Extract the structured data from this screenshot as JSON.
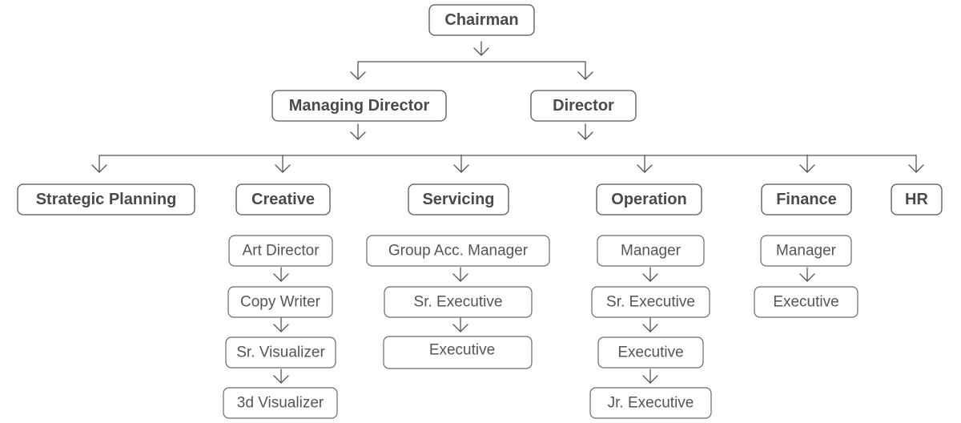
{
  "org_chart": {
    "chairman": "Chairman",
    "second_level": [
      {
        "id": "managing-director",
        "label": "Managing Director"
      },
      {
        "id": "director",
        "label": "Director"
      }
    ],
    "departments": [
      {
        "id": "strategic-planning",
        "label": "Strategic Planning",
        "roles": []
      },
      {
        "id": "creative",
        "label": "Creative",
        "roles": [
          "Art Director",
          "Copy Writer",
          "Sr. Visualizer",
          "3d Visualizer"
        ]
      },
      {
        "id": "servicing",
        "label": "Servicing",
        "roles": [
          "Group Acc. Manager",
          "Sr. Executive",
          "Executive"
        ]
      },
      {
        "id": "operation",
        "label": "Operation",
        "roles": [
          "Manager",
          "Sr. Executive",
          "Executive",
          "Jr. Executive"
        ]
      },
      {
        "id": "finance",
        "label": "Finance",
        "roles": [
          "Manager",
          "Executive"
        ]
      },
      {
        "id": "hr",
        "label": "HR",
        "roles": []
      }
    ]
  }
}
